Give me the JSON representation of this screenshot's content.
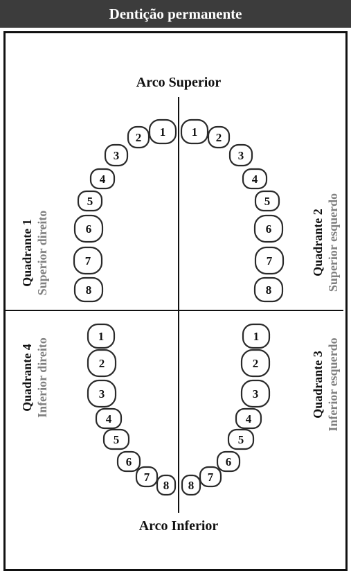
{
  "header": {
    "title": "Dentição permanente"
  },
  "arches": {
    "upper": "Arco Superior",
    "lower": "Arco Inferior"
  },
  "quadrants": [
    {
      "id": "q1",
      "title": "Quadrante 1",
      "subtitle": "Superior direito"
    },
    {
      "id": "q2",
      "title": "Quadrante 2",
      "subtitle": "Superior esquerdo"
    },
    {
      "id": "q3",
      "title": "Quadrante 3",
      "subtitle": "Inferior esquerdo"
    },
    {
      "id": "q4",
      "title": "Quadrante 4",
      "subtitle": "Inferior direito"
    }
  ],
  "tooth_numbers": [
    "1",
    "2",
    "3",
    "4",
    "5",
    "6",
    "7",
    "8"
  ]
}
